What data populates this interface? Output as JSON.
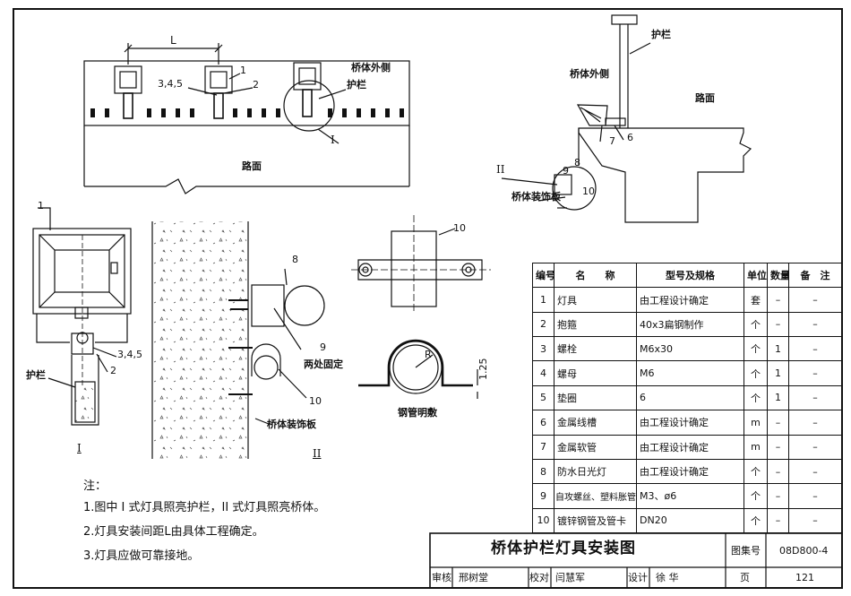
{
  "drawing": {
    "dim_L": "L",
    "callouts": [
      "1",
      "2",
      "3,4,5",
      "6",
      "7",
      "8",
      "9",
      "10"
    ],
    "top_view": {
      "outer_side": "桥体外侧",
      "guardrail": "护栏",
      "road_surface": "路面",
      "detail_mark": "I"
    },
    "section_view": {
      "guardrail": "护栏",
      "outer_side": "桥体外侧",
      "road_surface": "路面",
      "mark_II": "II",
      "deck_panel": "桥体装饰板"
    },
    "detail_I": {
      "guardrail": "护栏",
      "title": "I"
    },
    "detail_II": {
      "fixed_two_places": "两处固定",
      "deck_panel": "桥体装饰板",
      "title": "II"
    },
    "clamp": {
      "radius": "R",
      "thickness": "1.25",
      "caption": "钢管明敷"
    }
  },
  "table": {
    "headers": [
      "编号",
      "名　　称",
      "型号及规格",
      "单位",
      "数量",
      "备　注"
    ],
    "rows": [
      [
        "1",
        "灯具",
        "由工程设计确定",
        "套",
        "–",
        "–"
      ],
      [
        "2",
        "抱箍",
        "40x3扁钢制作",
        "个",
        "–",
        "–"
      ],
      [
        "3",
        "螺栓",
        "M6x30",
        "个",
        "1",
        "–"
      ],
      [
        "4",
        "螺母",
        "M6",
        "个",
        "1",
        "–"
      ],
      [
        "5",
        "垫圈",
        "6",
        "个",
        "1",
        "–"
      ],
      [
        "6",
        "金属线槽",
        "由工程设计确定",
        "m",
        "–",
        "–"
      ],
      [
        "7",
        "金属软管",
        "由工程设计确定",
        "m",
        "–",
        "–"
      ],
      [
        "8",
        "防水日光灯",
        "由工程设计确定",
        "个",
        "–",
        "–"
      ],
      [
        "9",
        "自攻螺丝、塑料胀管",
        "M3、ø6",
        "个",
        "–",
        "–"
      ],
      [
        "10",
        "镀锌钢管及管卡",
        "DN20",
        "个",
        "–",
        "–"
      ]
    ]
  },
  "notes": {
    "heading": "注：",
    "items": [
      "1.图中 I 式灯具照亮护栏，II 式灯具照亮桥体。",
      "2.灯具安装间距L由具体工程确定。",
      "3.灯具应做可靠接地。"
    ]
  },
  "title_block": {
    "title": "桥体护栏灯具安装图",
    "atlas_label": "图集号",
    "atlas_no": "08D800-4",
    "review_label": "审核",
    "reviewer": "邢树堂",
    "check_label": "校对",
    "checker": "闫慧军",
    "design_label": "设计",
    "designer": "徐 华",
    "page_label": "页",
    "page_no": "121"
  }
}
